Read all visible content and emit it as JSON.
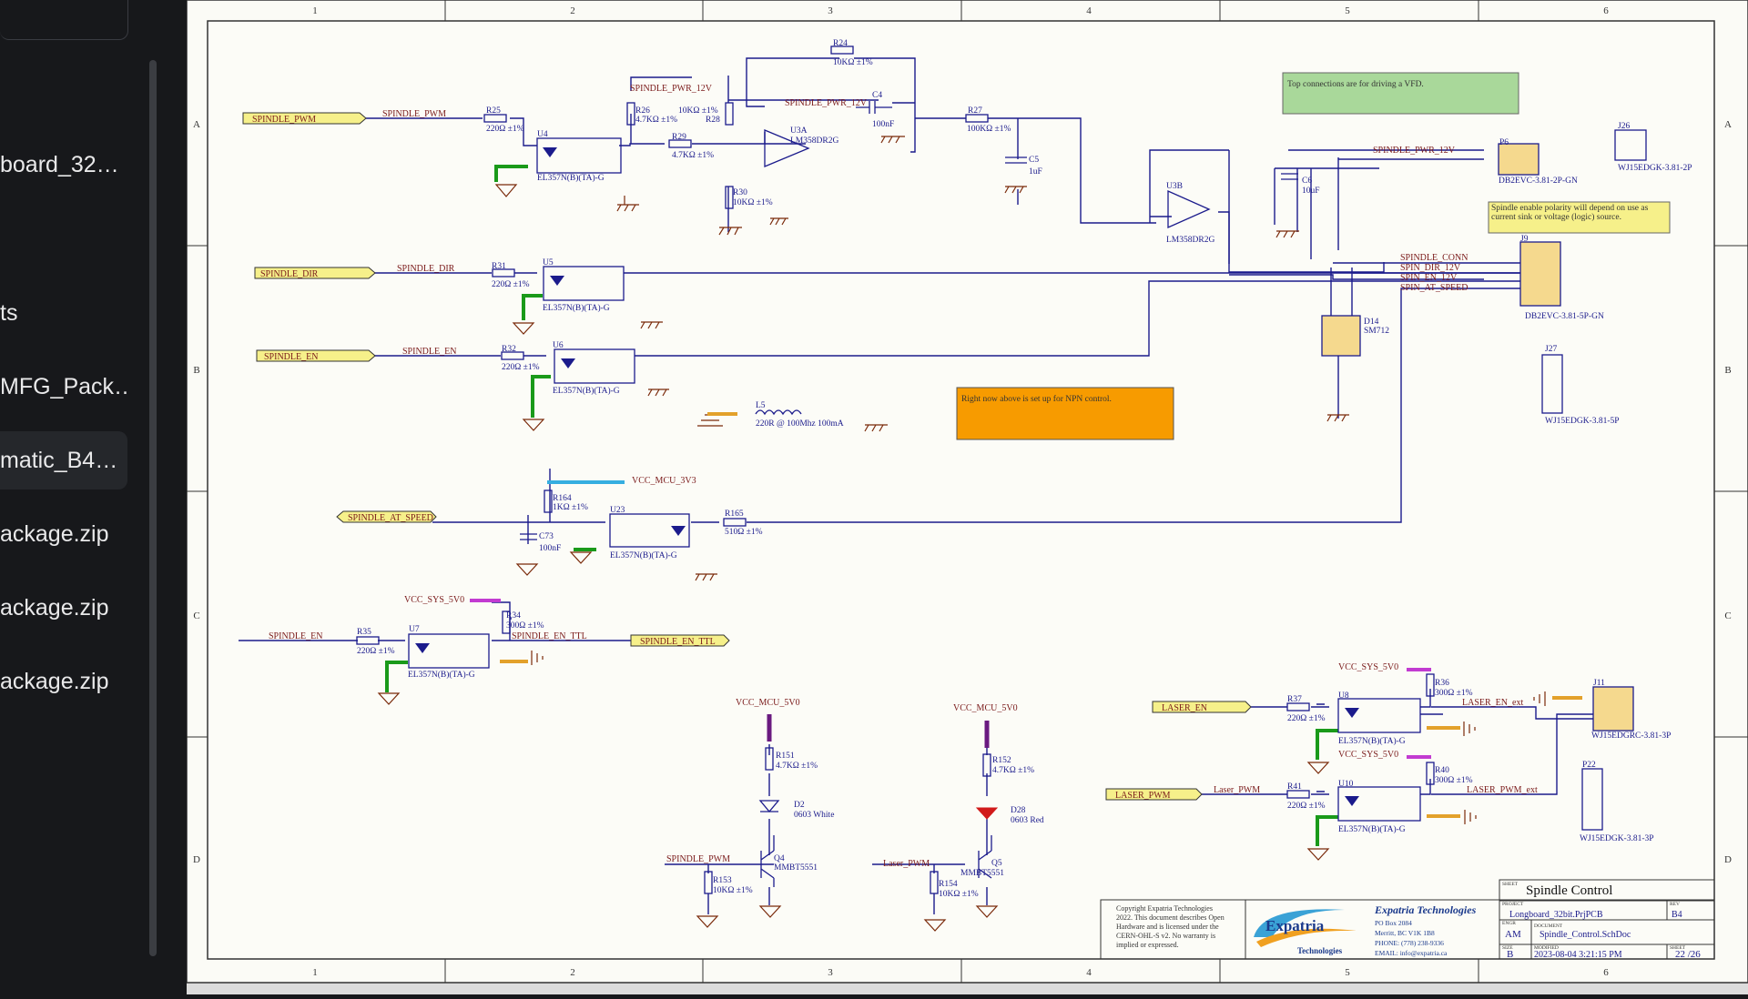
{
  "sidebar": {
    "items": [
      {
        "label": "board_32…",
        "active": false
      },
      {
        "label": "ts",
        "active": false
      },
      {
        "label": "MFG_Pack…",
        "active": false
      },
      {
        "label": "matic_B4…",
        "active": true
      },
      {
        "label": "ackage.zip",
        "active": false
      },
      {
        "label": "ackage.zip",
        "active": false
      },
      {
        "label": "ackage.zip",
        "active": false
      }
    ]
  },
  "frame": {
    "cols": [
      "1",
      "2",
      "3",
      "4",
      "5",
      "6"
    ],
    "rows": [
      "A",
      "B",
      "C",
      "D"
    ]
  },
  "nets": {
    "spindle_pwm": "SPINDLE_PWM",
    "spindle_dir": "SPINDLE_DIR",
    "spindle_en": "SPINDLE_EN",
    "spindle_at_speed": "SPINDLE_AT_SPEED",
    "spindle_en_ttl": "SPINDLE_EN_TTL",
    "spindle_pwr_12v": "SPINDLE_PWR_12V",
    "vcc_mcu_3v3": "VCC_MCU_3V3",
    "vcc_sys_5v0": "VCC_SYS_5V0",
    "vcc_mcu_5v0": "VCC_MCU_5V0",
    "laser_en": "LASER_EN",
    "laser_pwm": "LASER_PWM",
    "laser_pwm_lower": "Laser_PWM",
    "laser_en_ext": "LASER_EN_ext",
    "laser_pwm_ext": "LASER_PWM_ext",
    "spindle_conn": "SPINDLE_CONN",
    "spin_dir_12v": "SPIN_DIR_12V",
    "spin_en_12v": "SPIN_EN_12V",
    "spin_at_speed": "SPIN_AT_SPEED"
  },
  "parts": {
    "r25": "R25",
    "r25v": "220Ω ±1%",
    "u4": "U4",
    "u4v": "EL357N(B)(TA)-G",
    "r26": "R26",
    "r26v": "4.7KΩ ±1%",
    "r28": "R28",
    "r28v": "10KΩ ±1%",
    "r29": "R29",
    "r29v": "4.7KΩ ±1%",
    "r30": "R30",
    "r30v": "10KΩ ±1%",
    "r24": "R24",
    "r24v": "10KΩ ±1%",
    "u3a": "U3A",
    "u3av": "LM358DR2G",
    "c4": "C4",
    "c4v": "100nF",
    "r27": "R27",
    "r27v": "100KΩ ±1%",
    "c5": "C5",
    "c5v": "1uF",
    "u3b": "U3B",
    "u3bv": "LM358DR2G",
    "c6": "C6",
    "c6v": "10uF",
    "p6": "P6",
    "p6v": "DB2EVC-3.81-2P-GN",
    "j26": "J26",
    "j26v": "WJ15EDGK-3.81-2P",
    "j9": "J9",
    "j9v": "DB2EVC-3.81-5P-GN",
    "d14": "D14",
    "d14v": "SM712",
    "j27": "J27",
    "j27v": "WJ15EDGK-3.81-5P",
    "r31": "R31",
    "r31v": "220Ω ±1%",
    "u5": "U5",
    "u5v": "EL357N(B)(TA)-G",
    "r32": "R32",
    "r32v": "220Ω ±1%",
    "u6": "U6",
    "u6v": "EL357N(B)(TA)-G",
    "l5": "L5",
    "l5v": "220R @ 100Mhz 100mA",
    "r164": "R164",
    "r164v": "1KΩ ±1%",
    "c73": "C73",
    "c73v": "100nF",
    "u23": "U23",
    "u23v": "EL357N(B)(TA)-G",
    "r165": "R165",
    "r165v": "510Ω ±1%",
    "r35": "R35",
    "r35v": "220Ω ±1%",
    "u7": "U7",
    "u7v": "EL357N(B)(TA)-G",
    "r34": "R34",
    "r34v": "300Ω ±1%",
    "r151": "R151",
    "r151v": "4.7KΩ ±1%",
    "d2": "D2",
    "d2v": "0603 White",
    "q4": "Q4",
    "q4v": "MMBT5551",
    "r153": "R153",
    "r153v": "10KΩ ±1%",
    "r152": "R152",
    "r152v": "4.7KΩ ±1%",
    "d28": "D28",
    "d28v": "0603 Red",
    "q5": "Q5",
    "q5v": "MMBT5551",
    "r154": "R154",
    "r154v": "10KΩ ±1%",
    "r37": "R37",
    "r37v": "220Ω ±1%",
    "u8": "U8",
    "u8v": "EL357N(B)(TA)-G",
    "r36": "R36",
    "r36v": "300Ω ±1%",
    "j11": "J11",
    "j11v": "WJ15EDGRC-3.81-3P",
    "r41": "R41",
    "r41v": "220Ω ±1%",
    "u10": "U10",
    "u10v": "EL357N(B)(TA)-G",
    "r40": "R40",
    "r40v": "300Ω ±1%",
    "p22": "P22",
    "p22v": "WJ15EDGK-3.81-3P"
  },
  "notes": {
    "vfd": "Top connections are for driving a VFD.",
    "polarity": "Spindle enable polarity will depend on use as current sink or voltage (logic) source.",
    "npn": "Right now above is set up for NPN control."
  },
  "title_block": {
    "sheet_label": "SHEET",
    "sheet": "Spindle Control",
    "project_label": "PROJECT",
    "project": "Longboard_32bit.PrjPCB",
    "rev_label": "REV",
    "rev": "B4",
    "engr_label": "ENGR",
    "engr": "AM",
    "doc_label": "DOCUMENT",
    "document": "Spindle_Control.SchDoc",
    "size_label": "SIZE",
    "size": "B",
    "modified_label": "MODIFIED",
    "modified": "2023-08-04 3:21:15 PM",
    "sheetno_label": "SHEET",
    "sheet_no": "22 /26",
    "copyright": [
      "Copyright Expatria Technologies",
      "2022. This document describes Open",
      "Hardware and is licensed under the",
      "CERN-OHL-S v2. No warranty is",
      "implied or expressed."
    ],
    "company": "Expatria Technologies",
    "address": [
      "PO Box 2084",
      "Merritt, BC V1K 1B8",
      "PHONE: (778) 238-9336",
      "EMAIL: info@expatria.ca"
    ],
    "logo_word": "Expatria",
    "logo_sub": "Technologies"
  }
}
